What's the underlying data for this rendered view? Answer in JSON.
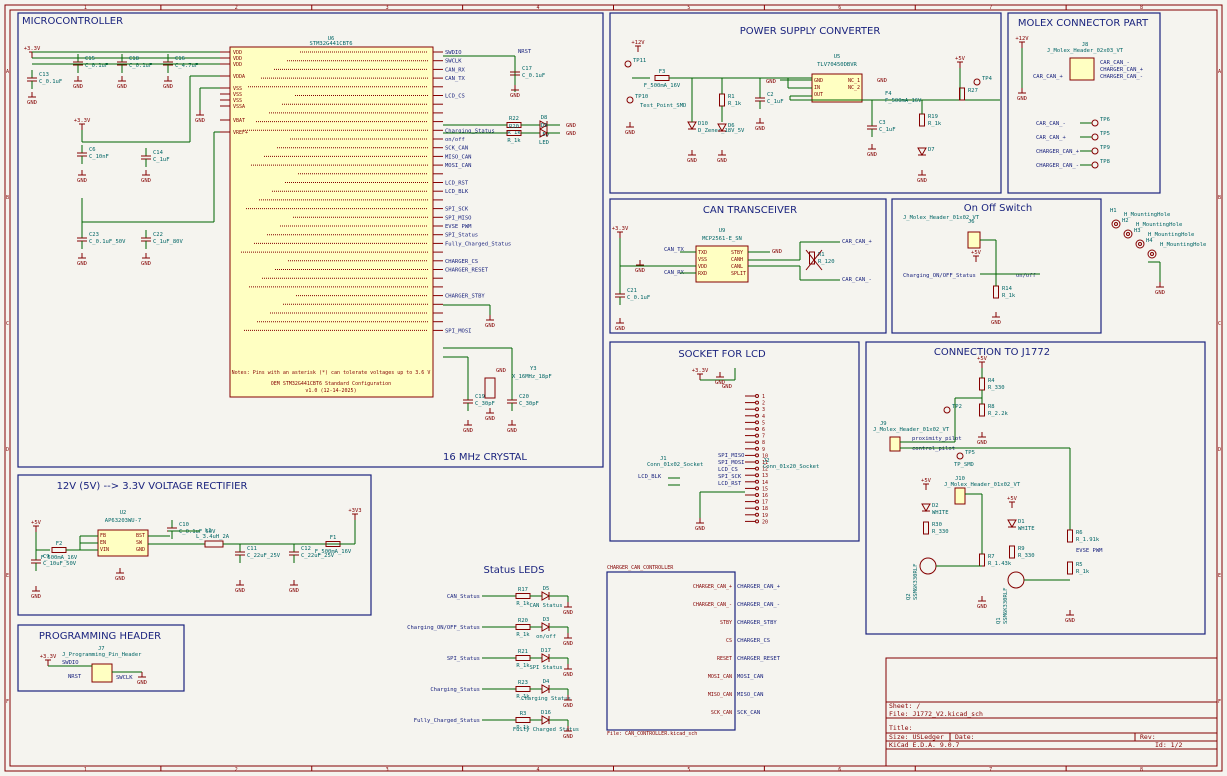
{
  "frame": {
    "col_labels": [
      "1",
      "2",
      "3",
      "4",
      "5",
      "6",
      "7",
      "8"
    ],
    "row_labels": [
      "A",
      "B",
      "C",
      "D",
      "E",
      "F"
    ]
  },
  "sections": {
    "mcu": "MICROCONTROLLER",
    "psu": "POWER SUPPLY CONVERTER",
    "molex": "MOLEX CONNECTOR PART",
    "can": "CAN TRANSCEIVER",
    "onoff": "On Off Switch",
    "lcd": "SOCKET FOR LCD",
    "j1772": "CONNECTION TO J1772",
    "rect": "12V (5V) --> 3.3V VOLTAGE RECTIFIER",
    "prog": "PROGRAMMING HEADER",
    "leds": "Status LEDS",
    "crystal": "16 MHz CRYSTAL"
  },
  "mcu": {
    "ref": "U6",
    "value": "STM32G441CBT6",
    "left_pins": [
      "VDD",
      "VDD",
      "VDD",
      "VDDA",
      "VSS",
      "VSS",
      "VSS",
      "VSSA",
      "VBAT",
      "VREF+"
    ],
    "right_pins": [
      "SWDIO",
      "SWCLK",
      "CAN_RX",
      "CAN_TX",
      "",
      "LCD_CS",
      "",
      "",
      "",
      "Charging_Status",
      "on/off",
      "SCK_CAN",
      "MISO_CAN",
      "MOSI_CAN",
      "",
      "LCD_RST",
      "LCD_BLK",
      "",
      "SPI_SCK",
      "SPI_MISO",
      "EVSE PWM",
      "SPI_Status",
      "Fully_Charged_Status",
      "",
      "CHARGER_CS",
      "CHARGER_RESET",
      "",
      "",
      "CHARGER_STBY",
      "",
      "",
      "",
      "SPI_MOSI"
    ],
    "note": "Notes: Pins with an asterisk (*) can tolerate voltages up to 3.6 V",
    "config": "OEM STM32G441CBT6 Standard Configuration",
    "version": "v1.0 (12-14-2025)",
    "nrst": "NRST"
  },
  "mcu_caps": [
    {
      "ref": "C15",
      "val": "C_0.1uF"
    },
    {
      "ref": "C18",
      "val": "C_0.1uF"
    },
    {
      "ref": "C16",
      "val": "C_4.7uF"
    },
    {
      "ref": "C13",
      "val": "C_0.1uF"
    },
    {
      "ref": "C6",
      "val": "C_10nF"
    },
    {
      "ref": "C14",
      "val": "C_1uF"
    },
    {
      "ref": "C23",
      "val": "C_0.1uF_50V"
    },
    {
      "ref": "C22",
      "val": "C_1uF_80V"
    },
    {
      "ref": "C17",
      "val": "C_0.1uF"
    }
  ],
  "mcu_leds": [
    {
      "r": "R22",
      "rv": "R_1k",
      "d": "D8",
      "dv": "LED"
    },
    {
      "r": "R20",
      "rv": "R_1k",
      "d": "D9",
      "dv": "LED"
    }
  ],
  "crystal": {
    "ref": "Y3",
    "val": "X_16MHz_18pF",
    "c1": "C19",
    "c1v": "C_30pF",
    "c2": "C20",
    "c2v": "C_30pF"
  },
  "psu": {
    "u": "U5",
    "uv": "TLV70450DBVR",
    "pins_l": [
      "GND",
      "IN",
      "OUT"
    ],
    "pins_r": [
      "NC_1",
      "NC_2"
    ],
    "f3": "F3",
    "f3v": "F_500mA_16V",
    "f4": "F4",
    "f4v": "F_500mA_16V",
    "tp11": "TP11",
    "tp10": "TP10",
    "tp10v": "Test_Point_SMD",
    "tp4": "TP4",
    "d10": "D10",
    "d10v": "D_Zener_18V_5V",
    "r1": "R1",
    "r1v": "R_1k",
    "d6": "D6",
    "c2": "C2",
    "c2v": "C_1uF",
    "c3": "C3",
    "c3v": "C_1uF",
    "r27": "R27",
    "r19": "R19",
    "r19v": "R_1k",
    "d7": "D7"
  },
  "molex": {
    "ref": "J8",
    "val": "J_Molex_Header_02x03_VT",
    "pins": [
      "CAR_CAN_-",
      "CHARGER_CAN_+",
      "CHARGER_CAN_-"
    ],
    "left": "CAR_CAN_+",
    "tps": [
      {
        "net": "CAR_CAN_-",
        "tp": "TP6"
      },
      {
        "net": "CAR_CAN_+",
        "tp": "TP5"
      },
      {
        "net": "CHARGER_CAN_+",
        "tp": "TP9"
      },
      {
        "net": "CHARGER_CAN_-",
        "tp": "TP8"
      }
    ]
  },
  "can": {
    "ref": "U9",
    "val": "MCP2561-E_SN",
    "pins_l": [
      "TXD",
      "VSS",
      "VDD",
      "RXD"
    ],
    "pins_r": [
      "STBY",
      "CANH",
      "CANL",
      "SPLIT"
    ],
    "nets": [
      "CAN_TX",
      "CAN_RX",
      "CAR_CAN_+",
      "CAR_CAN_-"
    ],
    "r": "R1",
    "rv": "R_120",
    "c": "C21",
    "cv": "C_0.1uF"
  },
  "onoff": {
    "ref": "J6",
    "val": "J_Molex_Header_01x02_VT",
    "net": "Charging_ON/OFF_Status",
    "net2": "on/off",
    "r": "R14",
    "rv": "R_1k"
  },
  "holes": [
    {
      "ref": "H1",
      "val": "H_MountingHole"
    },
    {
      "ref": "H2",
      "val": "H_MountingHole"
    },
    {
      "ref": "H3",
      "val": "H_MountingHole"
    },
    {
      "ref": "H4",
      "val": "H_MountingHole"
    }
  ],
  "lcd": {
    "ref": "J2",
    "val": "Conn_01x20_Socket",
    "nets": [
      "SPI_MISO",
      "SPI_MOSI",
      "LCD_CS",
      "SPI_SCK",
      "LCD_RST"
    ],
    "j1": "J1",
    "j1v": "Conn_01x02_Socket",
    "blk": "LCD_BLK",
    "pins": [
      "1",
      "2",
      "3",
      "4",
      "5",
      "6",
      "7",
      "8",
      "9",
      "10",
      "11",
      "12",
      "13",
      "14",
      "15",
      "16",
      "17",
      "18",
      "19",
      "20"
    ]
  },
  "j1772": {
    "r4": "R4",
    "r4v": "R_330",
    "r8": "R8",
    "r8v": "R_2.2k",
    "tp2": "TP2",
    "j": "J9",
    "jv": "J_Molex_Header_01x02_VT",
    "jn1": "proximity_pilot",
    "jn2": "control_pilot",
    "tp5": "TP5",
    "tp5v": "TP_SMD",
    "j10": "J10",
    "j10v": "J_Molex_Header_01x02_VT",
    "d2": "D2",
    "d2v": "WHITE",
    "d1": "D1",
    "d1v": "WHITE",
    "r30": "R30",
    "r30v": "R_330",
    "r9": "R9",
    "r9v": "R_330",
    "r7": "R7",
    "r7v": "R_1.43k",
    "r6": "R6",
    "r6v": "R_1.91k",
    "r5": "R5",
    "r5v": "R_1k",
    "evse": "EVSE PWM",
    "q2": "Q2",
    "q2v": "SSM6K330RLF",
    "q1": "Q1",
    "q1v": "SSM6K330RLF"
  },
  "rect": {
    "u": "U2",
    "uv": "AP63203WU-7",
    "pins_l": [
      "FB",
      "EN",
      "VIN"
    ],
    "pins_r": [
      "BST",
      "SW",
      "GND"
    ],
    "f2": "F2",
    "f2v": "F_500mA_16V",
    "c9": "C9",
    "c9v": "C_10uF_50V",
    "c10": "C10",
    "c10v": "C_0.1uF_50V",
    "l1": "L1",
    "l1v": "L_3.4uH_2A",
    "c11": "C11",
    "c11v": "C_22uF_25V",
    "c12": "C12",
    "c12v": "C_22uF_25V",
    "f1": "F1",
    "f1v": "F_500mA_16V"
  },
  "prog": {
    "ref": "J7",
    "val": "J_Programming_Pin_Header",
    "p1": "SWDIO",
    "p2": "NRST",
    "p3": "SWCLK"
  },
  "leds": [
    {
      "net": "CAN_Status",
      "r": "R17",
      "rv": "R_1k",
      "d": "D5",
      "dv": "CAN Status"
    },
    {
      "net": "Charging_ON/OFF_Status",
      "r": "R20",
      "rv": "R_1k",
      "d": "D3",
      "dv": "on/off"
    },
    {
      "net": "SPI_Status",
      "r": "R21",
      "rv": "R_1k",
      "d": "D17",
      "dv": "SPI Status"
    },
    {
      "net": "Charging_Status",
      "r": "R23",
      "rv": "R_1k",
      "d": "D4",
      "dv": "Charging Status"
    },
    {
      "net": "Fully_Charged_Status",
      "r": "R3",
      "rv": "R_1k",
      "d": "D16",
      "dv": "Fully Charged Status"
    }
  ],
  "subsheet": {
    "title": "CHARGER_CAN_CONTROLLER",
    "file": "File: CAN_CONTROLLER.kicad_sch",
    "pins": [
      "CHARGER_CAN_+",
      "CHARGER_CAN_-",
      "CHARGER_STBY",
      "CHARGER_CS",
      "CHARGER_RESET",
      "MOSI_CAN",
      "MISO_CAN",
      "SCK_CAN"
    ],
    "inner": [
      "CHARGER_CAN_+",
      "CHARGER_CAN_-",
      "STBY",
      "CS",
      "RESET",
      "MOSI_CAN",
      "MISO_CAN",
      "SCK_CAN"
    ]
  },
  "titleblock": {
    "sheet": "Sheet: /",
    "file": "File: J1772_V2.kicad_sch",
    "title": "Title:",
    "size": "Size: USLedger",
    "date": "Date:",
    "rev": "Rev:",
    "kicad": "KiCad E.D.A. 9.0.7",
    "id": "Id: 1/2"
  },
  "power": {
    "v33": "+3.3V",
    "v12": "+12V",
    "v5": "+5V",
    "gnd": "GND",
    "v3v3": "+3V3"
  }
}
